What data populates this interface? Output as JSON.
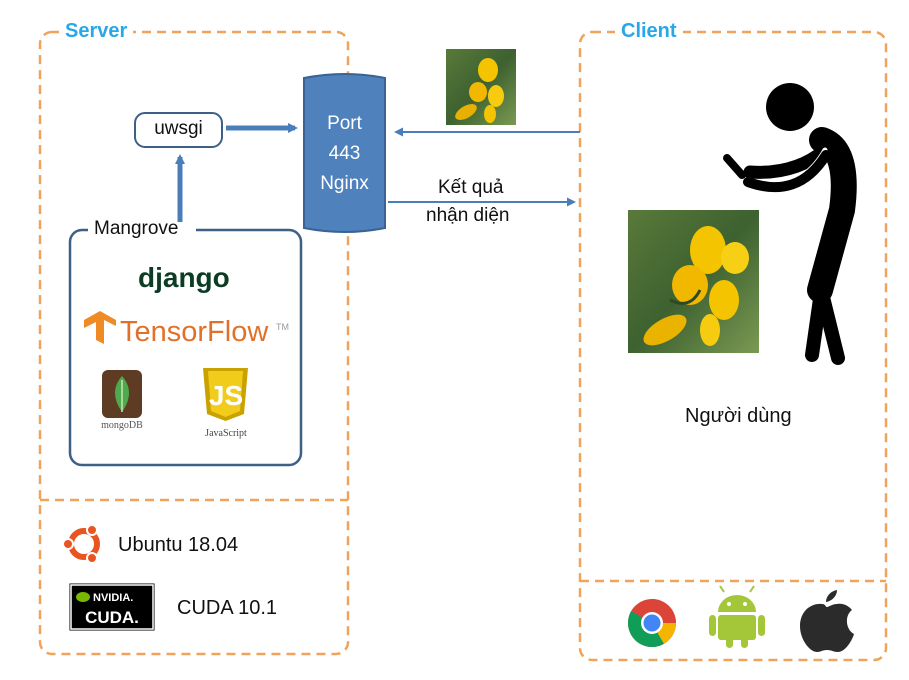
{
  "colors": {
    "dash_border": "#f0a35a",
    "title_blue": "#2aa7e6",
    "arrow_blue": "#4a7ebb",
    "nginx_fill": "#4f81bd",
    "nginx_stroke": "#3a6394",
    "box_border": "#3e5f86"
  },
  "server": {
    "title": "Server",
    "uwsgi_label": "uwsgi",
    "nginx_lines": [
      "Port",
      "443",
      "Nginx"
    ],
    "mangrove": {
      "title": "Mangrove",
      "logos": [
        "django",
        "TensorFlow",
        "mongoDB",
        "JavaScript"
      ]
    },
    "os_label": "Ubuntu 18.04",
    "cuda_label": "CUDA 10.1",
    "cuda_logo_top": "NVIDIA.",
    "cuda_logo_bottom": "CUDA."
  },
  "result_label_line1": "Kết quả",
  "result_label_line2": "nhận diện",
  "client": {
    "title": "Client",
    "user_label": "Người dùng",
    "platform_icons": [
      "chrome-icon",
      "android-icon",
      "apple-icon"
    ]
  }
}
